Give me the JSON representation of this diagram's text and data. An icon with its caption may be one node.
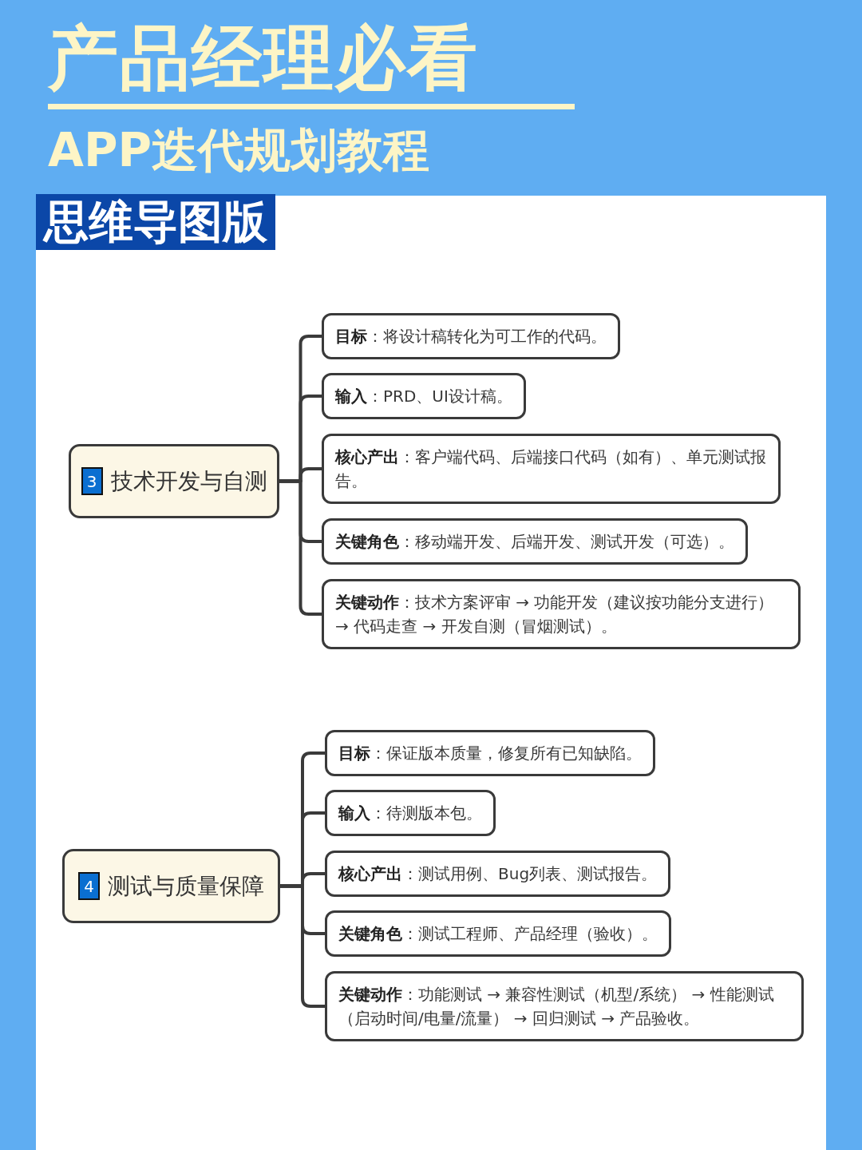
{
  "diagram": {
    "title": "产品经理必看",
    "nodes": [
      {
        "text": [
          "思维导图版"
        ]
      },
      {
        "text": [
          "3",
          "技术开发与自测"
        ]
      },
      {
        "text": [
          "**目标**：将设计稿转化为可工作的代码。"
        ]
      },
      {
        "text": [
          "**输入**：PRD、UI设计稿。"
        ]
      },
      {
        "text": [
          "**核心产出**：客户端代码、后端接口代码（如有）、单元测试报告。"
        ]
      },
      {
        "text": [
          "**关键角色**：移动端开发、后端开发、测试开发（可选）。"
        ]
      },
      {
        "text": [
          "**关键动作**：技术方案评审 → 功能开发（建议按功能分支进行） → 代码走查 → 开发自测（冒烟测试）。"
        ]
      },
      {
        "text": [
          "4",
          "测试与质量保障"
        ]
      },
      {
        "text": [
          "**目标**：保证版本质量，修复所有已知缺陷。"
        ]
      },
      {
        "text": [
          "**输入**：待测版本包。"
        ]
      },
      {
        "text": [
          "**核心产出**：测试用例、Bug列表、测试报告。"
        ]
      },
      {
        "text": [
          "**关键角色**：测试工程师、产品经理（验收）。"
        ]
      },
      {
        "text": [
          "**关键动作**：功能测试 → 兼容性测试（机型/系统） → 性能测试（启动时间/电量/流量） → 回归测试 → 产品验收。"
        ]
      }
    ],
    "edges": [
      {
        "from": 1,
        "to": 2,
        "arrow": "none"
      },
      {
        "from": 1,
        "to": 3,
        "arrow": "none"
      },
      {
        "from": 1,
        "to": 4,
        "arrow": "none"
      },
      {
        "from": 1,
        "to": 5,
        "arrow": "none"
      },
      {
        "from": 1,
        "to": 6,
        "arrow": "none"
      },
      {
        "from": 7,
        "to": 8,
        "arrow": "none"
      },
      {
        "from": 7,
        "to": 9,
        "arrow": "none"
      },
      {
        "from": 7,
        "to": 10,
        "arrow": "none"
      },
      {
        "from": 7,
        "to": 11,
        "arrow": "none"
      },
      {
        "from": 7,
        "to": 12,
        "arrow": "none"
      }
    ],
    "labels": [
      "APP迭代规划教程"
    ]
  }
}
